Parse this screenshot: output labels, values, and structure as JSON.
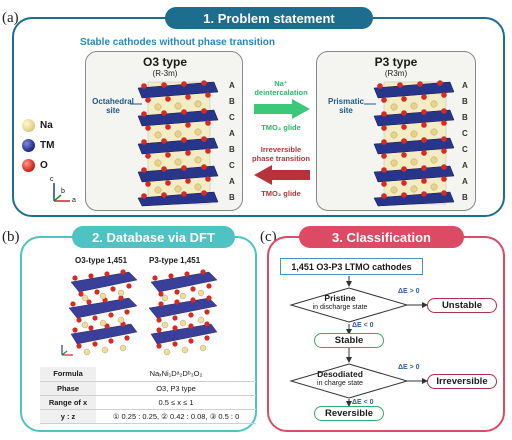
{
  "panel_a": {
    "letter": "(a)",
    "title": "1. Problem statement",
    "subtitle": "Stable cathodes without phase transition",
    "o3": {
      "title": "O3 type",
      "space_group": "(R-3m)",
      "site_label": "Octahedral site",
      "stacking": [
        "A",
        "B",
        "C",
        "A",
        "B",
        "C",
        "A",
        "B"
      ]
    },
    "p3": {
      "title": "P3 type",
      "space_group": "(R3m)",
      "site_label": "Prismatic site",
      "stacking": [
        "A",
        "B",
        "B",
        "C",
        "C",
        "A",
        "A",
        "B"
      ]
    },
    "forward_arrow": {
      "line1": "Na⁺",
      "line2": "deintercalation",
      "line3": "TMO₂ glide",
      "color": "#3cc87a"
    },
    "reverse_arrow": {
      "line1": "Irreversible",
      "line2": "phase transition",
      "line3": "TMO₂ glide",
      "color": "#b8323a"
    },
    "legend": [
      {
        "label": "Na",
        "color": "#e8d38a"
      },
      {
        "label": "TM",
        "color": "#27358a"
      },
      {
        "label": "O",
        "color": "#d62a22"
      }
    ],
    "axes": {
      "c": "c",
      "b": "b",
      "a": "a"
    }
  },
  "panel_b": {
    "letter": "(b)",
    "title": "2. Database via DFT",
    "o3_label": "O3-type 1,451",
    "p3_label": "P3-type 1,451",
    "table": [
      {
        "key": "Formula",
        "value": "NaₓNi₁Dᵃ₂Dᵇ₃O₂"
      },
      {
        "key": "Phase",
        "value": "O3, P3 type"
      },
      {
        "key": "Range of x",
        "value": "0.5 ≤ x ≤ 1"
      },
      {
        "key": "y : z",
        "value": "① 0.25 : 0.25, ② 0.42 : 0.08, ③ 0.5 : 0"
      }
    ]
  },
  "panel_c": {
    "letter": "(c)",
    "title": "3. Classification",
    "start": "1,451 O3-P3 LTMO cathodes",
    "decision1": {
      "title": "Pristine",
      "sub": "in discharge state"
    },
    "decision2": {
      "title": "Desodiated",
      "sub": "in charge state"
    },
    "stable": "Stable",
    "unstable": "Unstable",
    "reversible": "Reversible",
    "irreversible": "Irreversible",
    "de_pos": "ΔE > 0",
    "de_neg": "ΔE < 0"
  }
}
